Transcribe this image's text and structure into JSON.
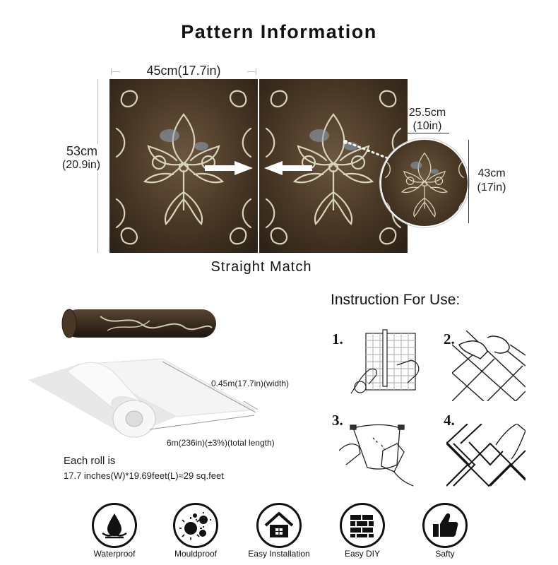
{
  "title": "Pattern Information",
  "dimensions": {
    "width_label": "45cm(17.7in)",
    "height_cm": "53cm",
    "height_in": "(20.9in)",
    "circle_width_cm": "25.5cm",
    "circle_width_in": "(10in)",
    "circle_height_cm": "43cm",
    "circle_height_in": "(17in)"
  },
  "match_label": "Straight Match",
  "roll": {
    "width_label": "0.45m(17.7in)(width)",
    "length_label": "6m(236in)(±3%)(total length)",
    "note_line1": "Each roll is",
    "note_line2": "17.7 inches(W)*19.69feet(L)≈29 sq.feet"
  },
  "instructions": {
    "title": "Instruction For Use:",
    "steps": [
      "1.",
      "2.",
      "3.",
      "4."
    ]
  },
  "features": [
    {
      "label": "Waterproof",
      "icon": "water-drop-icon"
    },
    {
      "label": "Mouldproof",
      "icon": "mould-icon"
    },
    {
      "label": "Easy Installation",
      "icon": "house-icon"
    },
    {
      "label": "Easy DIY",
      "icon": "brick-icon"
    },
    {
      "label": "Safty",
      "icon": "thumbs-up-icon"
    }
  ],
  "colors": {
    "pattern_dark": "#3a2c1f",
    "pattern_mid": "#5a4632",
    "ornament": "#d8d4b8"
  }
}
